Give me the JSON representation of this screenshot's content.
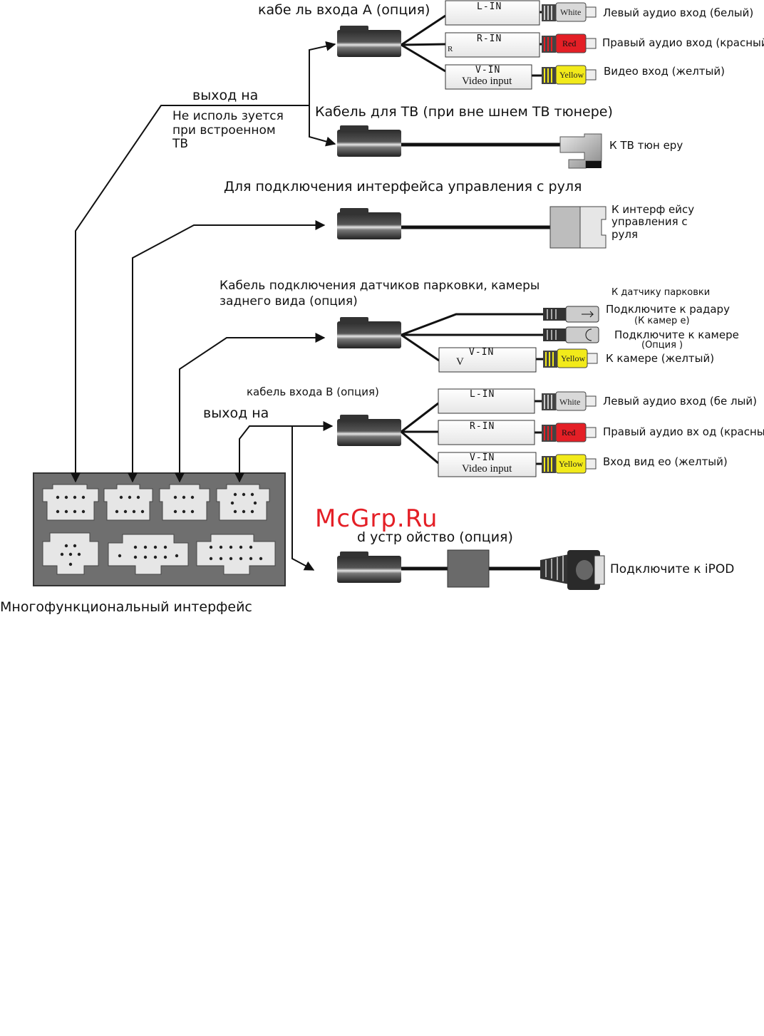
{
  "watermark": "McGrp.Ru",
  "colors": {
    "white_plug": "#d9d9d9",
    "red_plug": "#e41f26",
    "yellow_plug": "#f2ea1a",
    "cable_dark": "#3a3a3a",
    "panel": "#6f6f6f"
  },
  "labels": {
    "cable_a_title": "кабе ль входа  А  (опция)",
    "out_to_1": "выход  на",
    "not_used": "Не исполь зуется\nпри встроенном\nТВ",
    "tv_cable": "Кабель для ТВ (при      вне шнем ТВ тюнере)",
    "to_tv_tuner": "К ТВ тюн  еру",
    "steering_title": "Для подключения интерфейса управления с руля",
    "to_steering": "К интерф  ейсу\nуправления с\nруля",
    "parking_title": "Кабель подключения датчиков парковки, камеры\nзаднего вида (опция)",
    "to_parking_sensor": "К датчику парковки",
    "connect_radar": "Подключите  к радару",
    "to_camera_paren": "(К камер е)",
    "connect_camera": "Подключите  к  камере",
    "option_paren": "(Опция )",
    "to_camera_yellow": "К камере  (желтый)",
    "cable_b_title": "кабель входа В (опция)",
    "out_to_2": "выход на",
    "ipod_title": "d устр ойство  (опция)",
    "connect_ipod": "Подключите к iPOD",
    "multi_interface": "Многофункциональный интерфейс"
  },
  "cable_a": {
    "rows": [
      {
        "box": "L-IN",
        "sub": "",
        "plug": "White",
        "desc": "Левый аудио вход (белый)"
      },
      {
        "box": "R-IN",
        "sub": "R",
        "plug": "Red",
        "desc": "Правый аудио вход (красный)"
      },
      {
        "box": "V-IN",
        "sub": "Video input",
        "plug": "Yellow",
        "desc": "Видео вход (желтый)"
      }
    ]
  },
  "parking": {
    "box": "V-IN",
    "sub": "V",
    "plug": "Yellow"
  },
  "cable_b": {
    "rows": [
      {
        "box": "L-IN",
        "sub": "",
        "plug": "White",
        "desc": "Левый аудио вход (бе   лый)"
      },
      {
        "box": "R-IN",
        "sub": "",
        "plug": "Red",
        "desc": "Правый аудио вх  од (красный)"
      },
      {
        "box": "V-IN",
        "sub": "Video input",
        "plug": "Yellow",
        "desc": "Вход вид  ео (желтый)"
      }
    ]
  }
}
